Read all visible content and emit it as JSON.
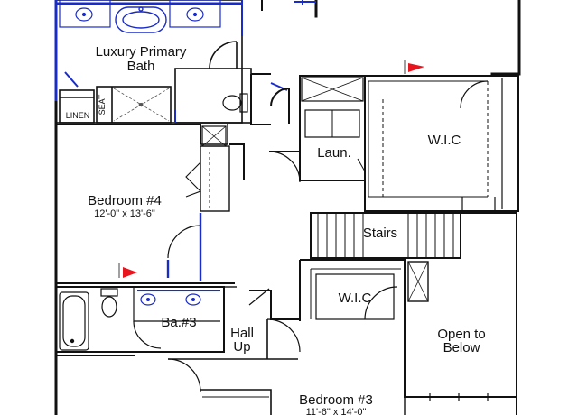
{
  "colors": {
    "wall": "#111111",
    "blue_line": "#1a2cc8",
    "arrow_red": "#e8141e",
    "background": "#ffffff",
    "fixture_gray": "#555555"
  },
  "rooms": {
    "primary_bath": {
      "line1": "Luxury Primary",
      "line2": "Bath"
    },
    "linen": "LINEN",
    "seat": "SEAT",
    "bedroom4": {
      "name": "Bedroom #4",
      "dims": "12'-0\" x 13'-6\""
    },
    "laundry": "Laun.",
    "wic_upper": "W.I.C",
    "stairs": "Stairs",
    "wic_lower": "W.I.C",
    "bath3": "Ba.#3",
    "hall": {
      "line1": "Hall",
      "line2": "Up"
    },
    "open_below": {
      "line1": "Open to",
      "line2": "Below"
    },
    "bedroom3": {
      "name": "Bedroom #3",
      "dims": "11'-6\" x 14'-0\""
    }
  },
  "icons": [
    "entry-arrow-icon",
    "bathtub-icon",
    "toilet-icon",
    "sink-icon",
    "shower-icon",
    "stairs-icon"
  ]
}
